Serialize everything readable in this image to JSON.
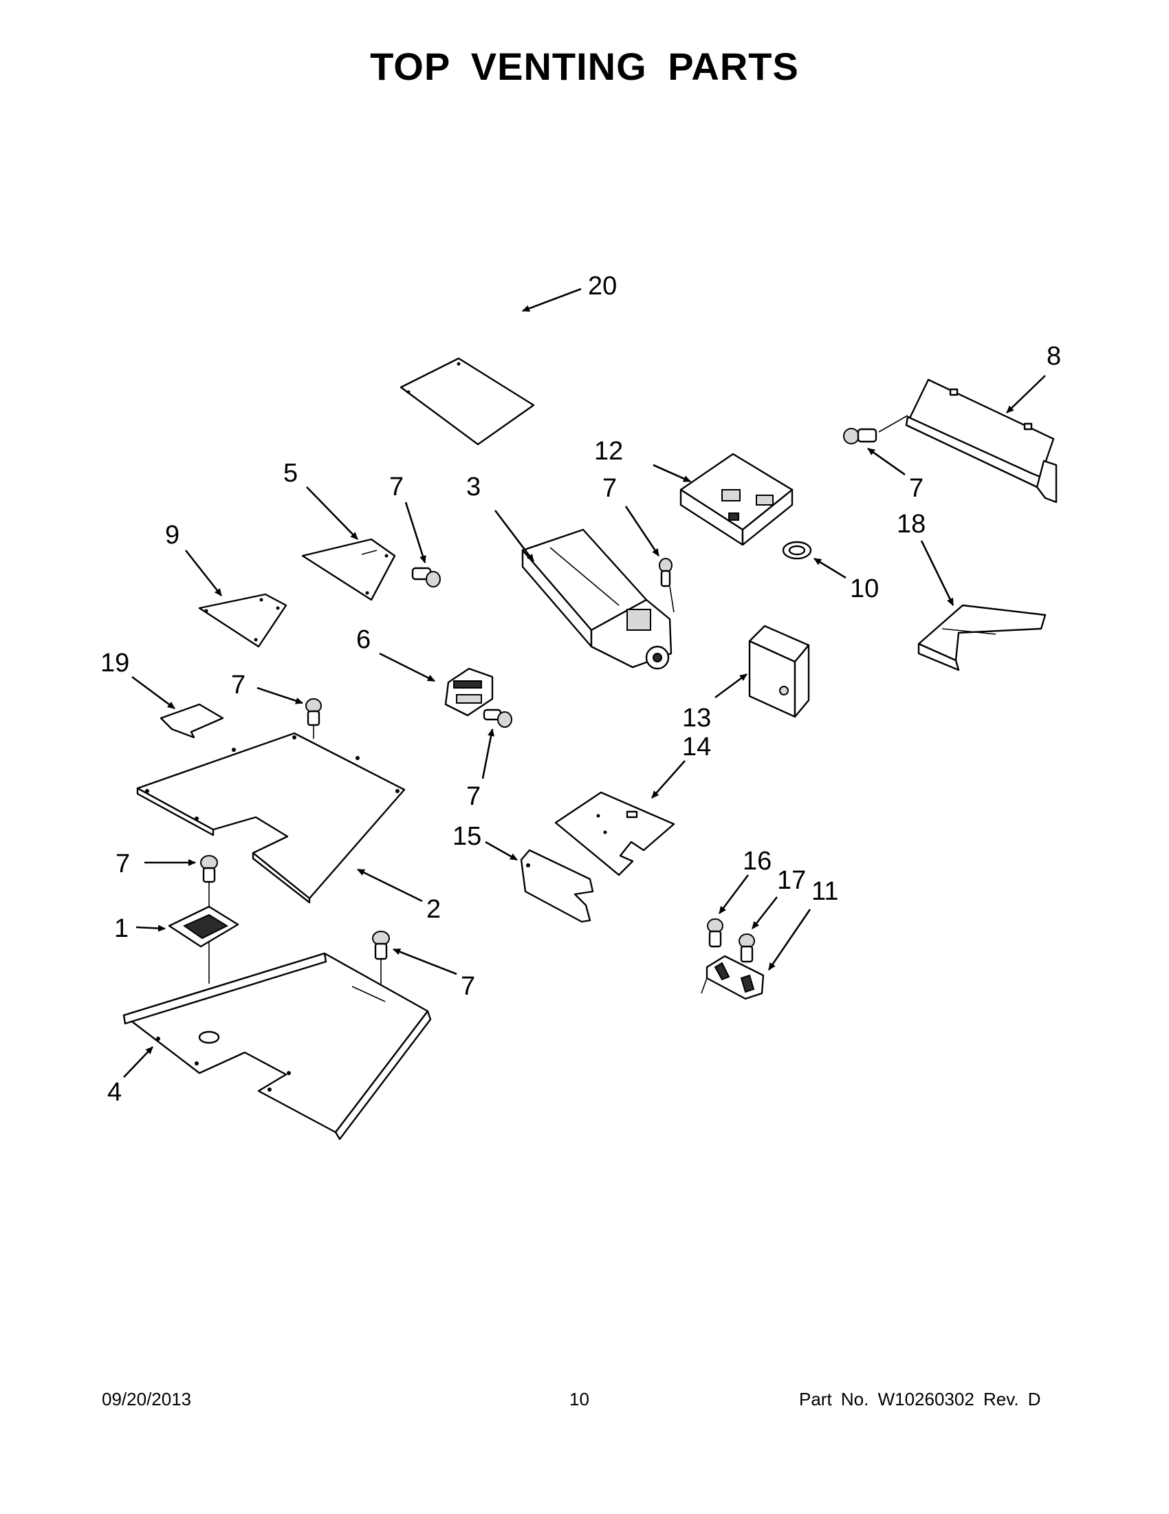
{
  "title": "TOP VENTING PARTS",
  "callouts": {
    "c1": "1",
    "c2": "2",
    "c3": "3",
    "c4": "4",
    "c5": "5",
    "c6": "6",
    "c7a": "7",
    "c7b": "7",
    "c7c": "7",
    "c7d": "7",
    "c7e": "7",
    "c7f": "7",
    "c7g": "7",
    "c8": "8",
    "c9": "9",
    "c10": "10",
    "c11": "11",
    "c12": "12",
    "c13": "13",
    "c14": "14",
    "c15": "15",
    "c16": "16",
    "c17": "17",
    "c18": "18",
    "c19": "19",
    "c20": "20"
  },
  "footer": {
    "date": "09/20/2013",
    "page": "10",
    "part_no": "Part No.  W10260302  Rev.  D"
  }
}
